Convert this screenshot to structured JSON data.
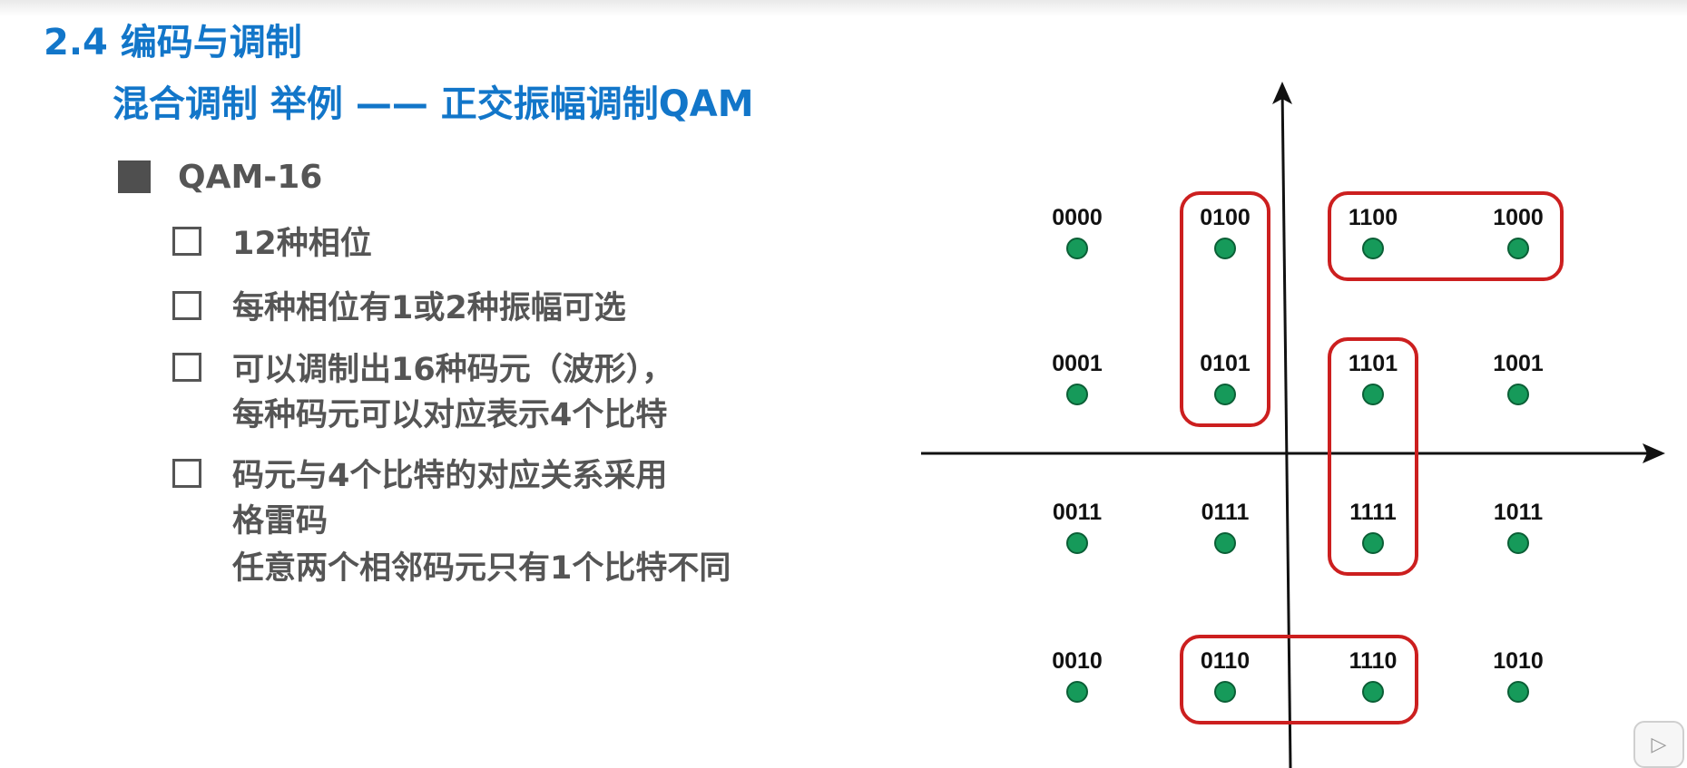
{
  "header": {
    "section_title": "2.4 编码与调制",
    "subtitle": "混合调制 举例 —— 正交振幅调制QAM"
  },
  "content": {
    "level1": "QAM-16",
    "bullets": [
      {
        "line1": "12种相位",
        "line2": ""
      },
      {
        "line1": "每种相位有1或2种振幅可选",
        "line2": ""
      },
      {
        "line1": "可以调制出16种码元（波形），",
        "line2": "每种码元可以对应表示4个比特"
      },
      {
        "line1": "码元与4个比特的对应关系采用",
        "line2": "格雷码"
      }
    ],
    "extra_line": "任意两个相邻码元只有1个比特不同"
  },
  "constellation": {
    "rows": [
      [
        "0000",
        "0100",
        "1100",
        "1000"
      ],
      [
        "0001",
        "0101",
        "1101",
        "1001"
      ],
      [
        "0011",
        "0111",
        "1111",
        "1011"
      ],
      [
        "0010",
        "0110",
        "1110",
        "1010"
      ]
    ],
    "point_color": "#169a5a",
    "group_box_color": "#cc1f1f",
    "groups": [
      [
        "0100",
        "0101"
      ],
      [
        "1100",
        "1000"
      ],
      [
        "1101",
        "1111"
      ],
      [
        "0110",
        "1110"
      ]
    ]
  },
  "player": {
    "icon": "play-icon",
    "glyph": "▷"
  }
}
